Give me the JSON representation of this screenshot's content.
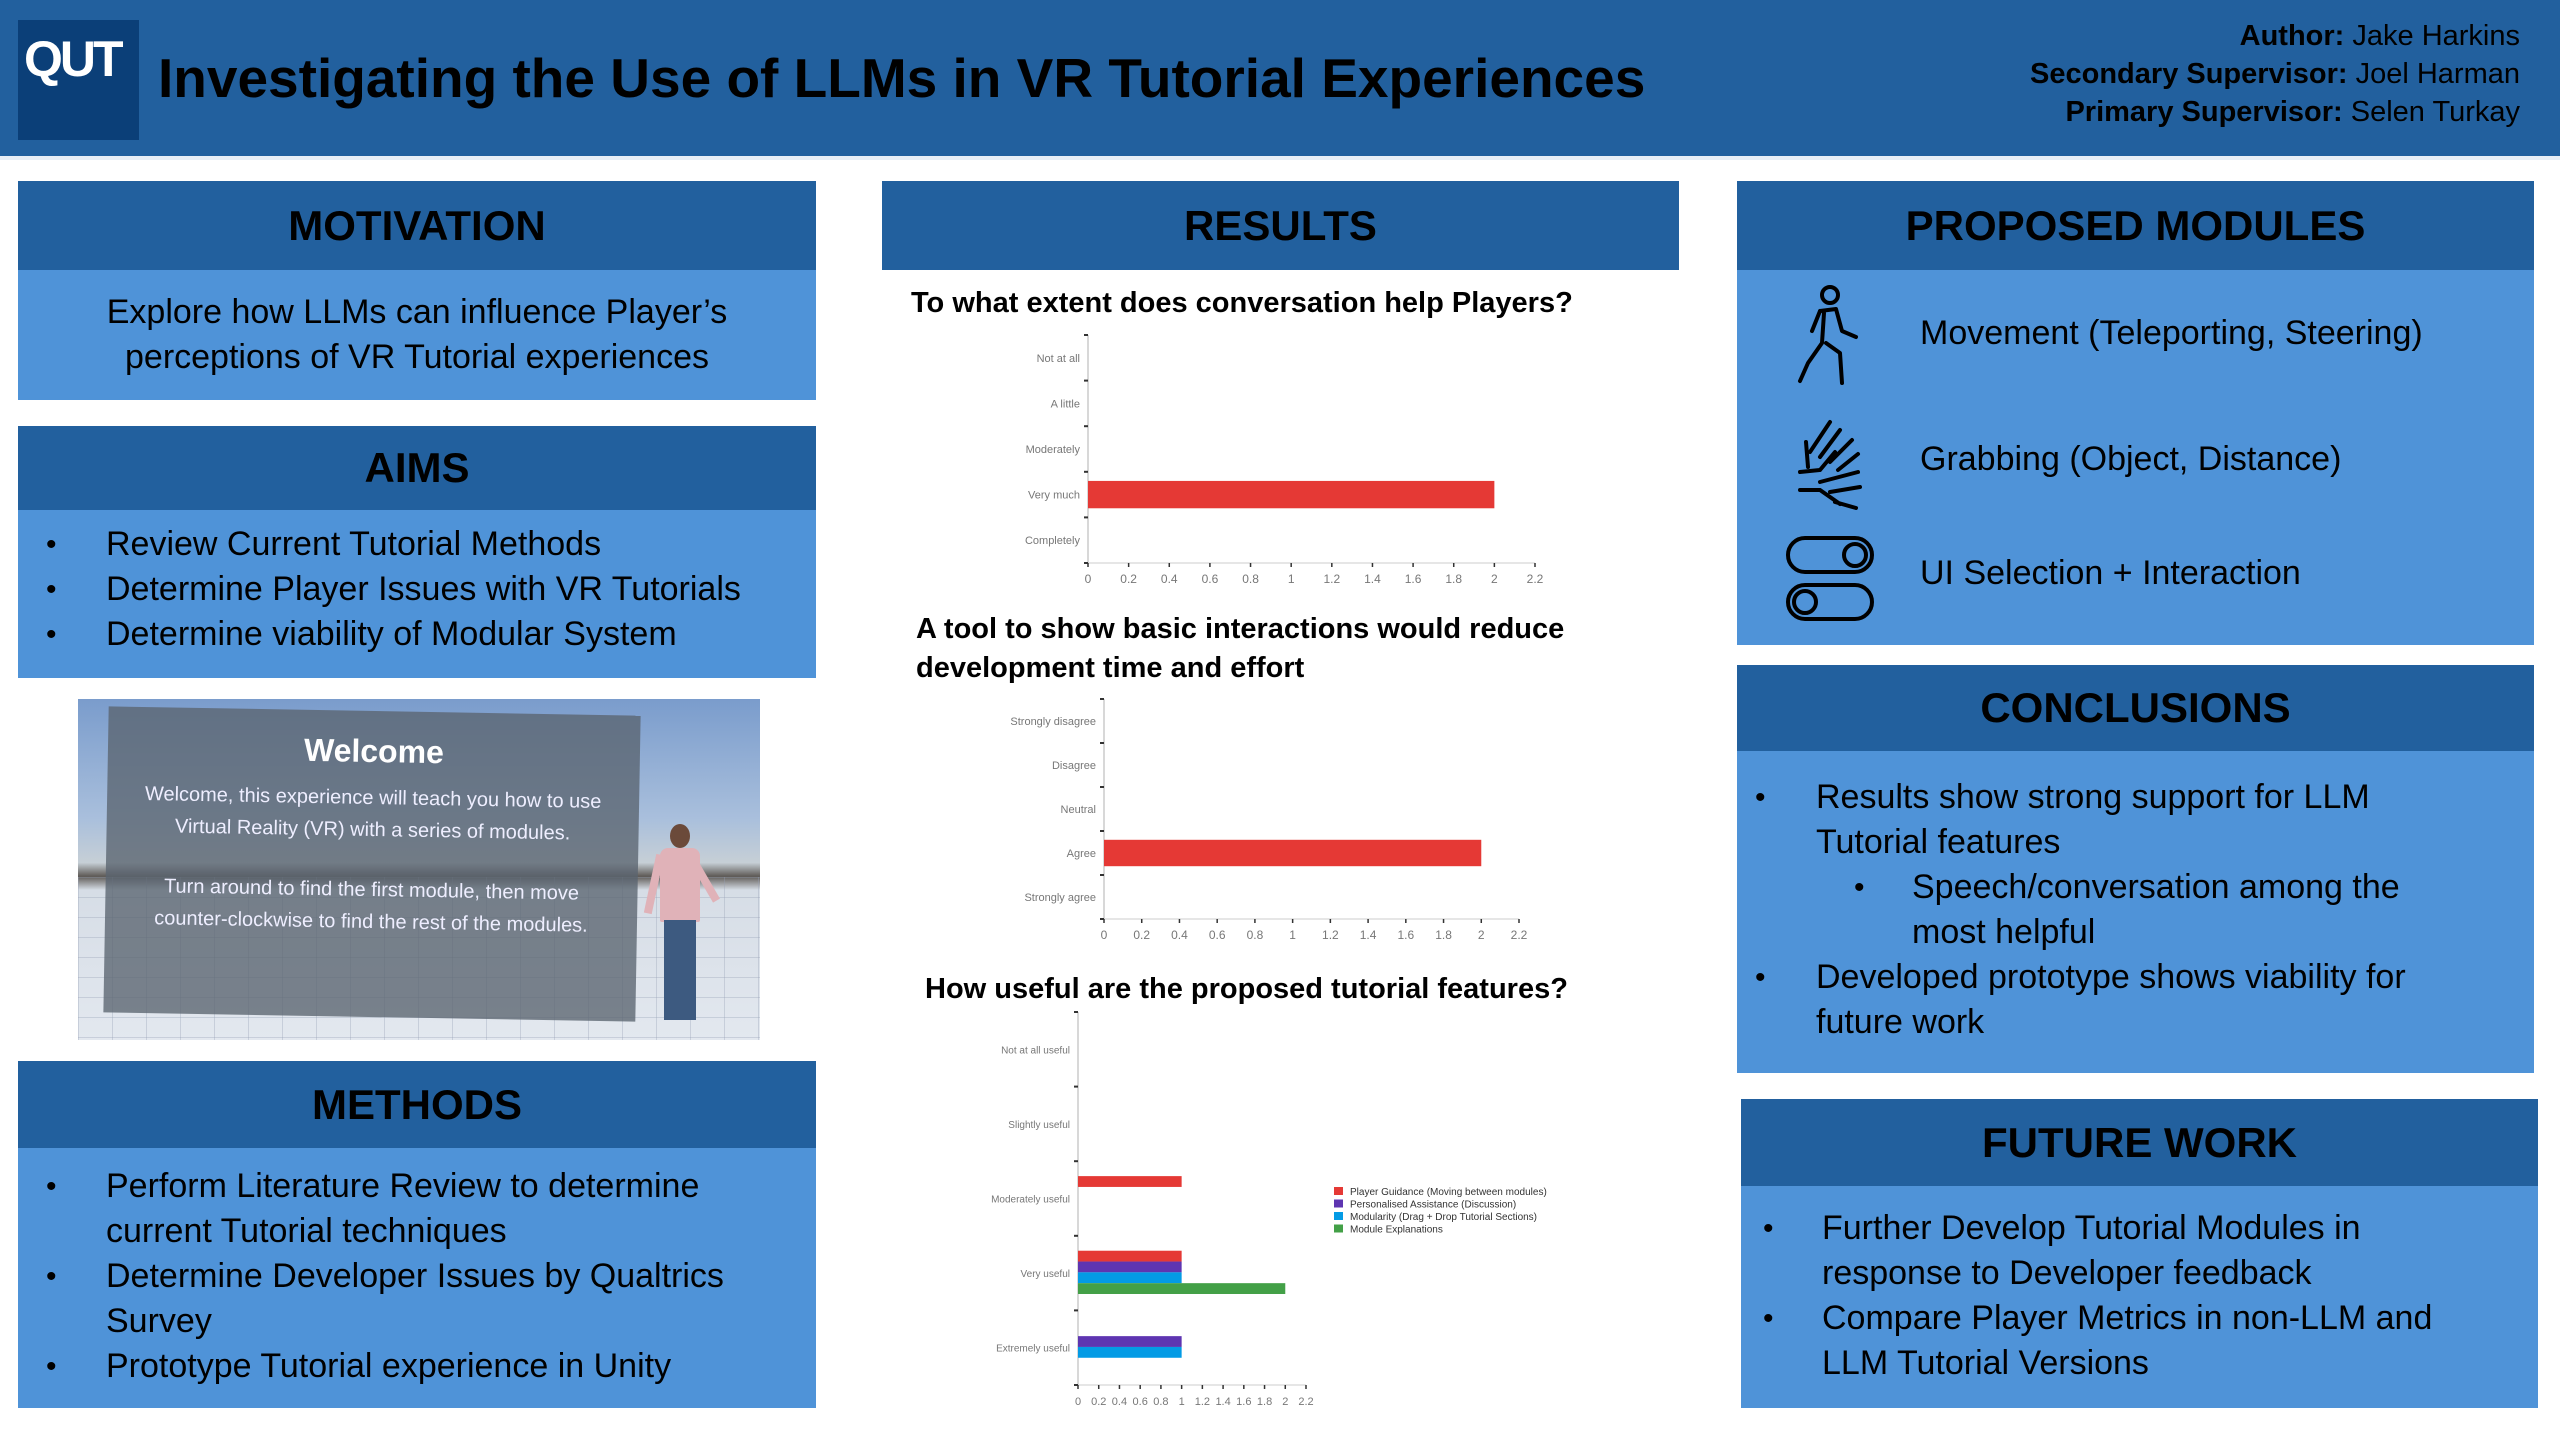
{
  "header": {
    "logo": "QUT",
    "title": "Investigating the Use of LLMs in VR Tutorial Experiences",
    "author_label": "Author:",
    "author": "Jake Harkins",
    "secondary_label": "Secondary Supervisor:",
    "secondary": "Joel Harman",
    "primary_label": "Primary Supervisor:",
    "primary": "Selen Turkay"
  },
  "motivation": {
    "title": "MOTIVATION",
    "text": "Explore how LLMs can influence Player’s perceptions of VR Tutorial experiences"
  },
  "aims": {
    "title": "AIMS",
    "items": [
      "Review Current Tutorial Methods",
      "Determine Player Issues with VR Tutorials",
      "Determine viability of Modular System"
    ]
  },
  "vr_image": {
    "heading": "Welcome",
    "line1": "Welcome, this experience will teach you how to use Virtual Reality (VR) with a series of modules.",
    "line2": "Turn around to find the first module, then move counter-clockwise to find the rest of the modules."
  },
  "methods": {
    "title": "METHODS",
    "items": [
      "Perform Literature Review to determine current Tutorial techniques",
      "Determine Developer Issues by Qualtrics Survey",
      "Prototype Tutorial experience in Unity"
    ]
  },
  "results": {
    "title": "RESULTS"
  },
  "chart_data": [
    {
      "type": "bar",
      "orientation": "horizontal",
      "title": "To what extent does conversation help Players?",
      "categories": [
        "Not at all",
        "A little",
        "Moderately",
        "Very much",
        "Completely"
      ],
      "values": [
        0,
        0,
        0,
        2,
        0
      ],
      "xlim": [
        0,
        2.2
      ],
      "x_ticks": [
        "0",
        "0.2",
        "0.4",
        "0.6",
        "0.8",
        "1",
        "1.2",
        "1.4",
        "1.6",
        "1.8",
        "2",
        "2.2"
      ],
      "color": "#e53935"
    },
    {
      "type": "bar",
      "orientation": "horizontal",
      "title": "A tool to show basic interactions would reduce development time and effort",
      "categories": [
        "Strongly disagree",
        "Disagree",
        "Neutral",
        "Agree",
        "Strongly agree"
      ],
      "values": [
        0,
        0,
        0,
        2,
        0
      ],
      "xlim": [
        0,
        2.2
      ],
      "x_ticks": [
        "0",
        "0.2",
        "0.4",
        "0.6",
        "0.8",
        "1",
        "1.2",
        "1.4",
        "1.6",
        "1.8",
        "2",
        "2.2"
      ],
      "color": "#e53935"
    },
    {
      "type": "bar",
      "orientation": "horizontal",
      "title": "How useful are the proposed tutorial features?",
      "categories": [
        "Not at all useful",
        "Slightly useful",
        "Moderately useful",
        "Very useful",
        "Extremely useful"
      ],
      "series": [
        {
          "name": "Player Guidance (Moving between modules)",
          "color": "#e53935",
          "values": [
            0,
            0,
            1,
            1,
            0
          ]
        },
        {
          "name": "Personalised Assistance (Discussion)",
          "color": "#5e35b1",
          "values": [
            0,
            0,
            0,
            1,
            1
          ]
        },
        {
          "name": "Modularity (Drag + Drop Tutorial Sections)",
          "color": "#039be5",
          "values": [
            0,
            0,
            0,
            1,
            1
          ]
        },
        {
          "name": "Module Explanations",
          "color": "#43a047",
          "values": [
            0,
            0,
            0,
            2,
            0
          ]
        }
      ],
      "xlim": [
        0,
        2.2
      ],
      "x_ticks": [
        "0",
        "0.2",
        "0.4",
        "0.6",
        "0.8",
        "1",
        "1.2",
        "1.4",
        "1.6",
        "1.8",
        "2",
        "2.2"
      ],
      "legend": "right"
    }
  ],
  "modules": {
    "title": "PROPOSED MODULES",
    "items": [
      {
        "icon": "walking-person-icon",
        "label": "Movement (Teleporting, Steering)"
      },
      {
        "icon": "hands-icon",
        "label": "Grabbing (Object, Distance)"
      },
      {
        "icon": "toggle-switch-icon",
        "label": "UI Selection + Interaction"
      }
    ]
  },
  "conclusions": {
    "title": "CONCLUSIONS",
    "items": [
      "Results show strong support for LLM Tutorial features",
      "Developed prototype shows viability for future work"
    ],
    "sub_item": "Speech/conversation among the most helpful"
  },
  "future": {
    "title": "FUTURE WORK",
    "items": [
      "Further Develop Tutorial Modules in response to Developer feedback",
      "Compare Player Metrics in non-LLM and LLM Tutorial Versions"
    ]
  },
  "colors": {
    "header": "#22609e",
    "panel": "#4f93d8",
    "logo": "#0b3f78"
  }
}
